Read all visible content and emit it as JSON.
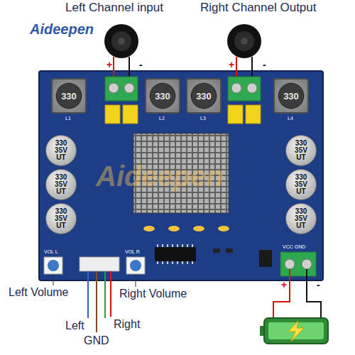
{
  "diagram": {
    "nodes": [
      {
        "text": [
          "330"
        ]
      },
      {
        "text": [
          "330"
        ]
      },
      {
        "text": [
          "330"
        ]
      },
      {
        "text": [
          "330"
        ]
      },
      {
        "text": [
          "330 35V UT"
        ]
      },
      {
        "text": [
          "330 35V UT"
        ]
      },
      {
        "text": [
          "330 35V UT"
        ]
      },
      {
        "text": [
          "330 35V UT"
        ]
      },
      {
        "text": [
          "330 35V UT"
        ]
      },
      {
        "text": [
          "330 35V UT"
        ]
      }
    ],
    "labels": [
      "Left Channel input",
      "Right Channel Output",
      "Aideepen",
      "+",
      "-",
      "+",
      "-",
      "L1",
      "L2",
      "L3",
      "L4",
      "Aideepen",
      "VOL L",
      "VOL R",
      "VCC GND",
      "+",
      "-",
      "Left Volume",
      "Left",
      "GND",
      "Right",
      "Right Volume"
    ]
  }
}
